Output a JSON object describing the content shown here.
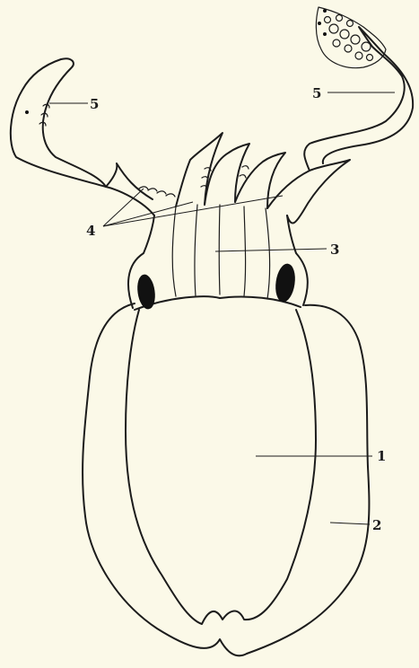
{
  "labels": {
    "mantle_interior": "1",
    "fin": "2",
    "head": "3",
    "arms": "4",
    "tentacle_left": "5",
    "tentacle_right": "5"
  },
  "colors": {
    "paper": "#fbf9e8",
    "ink": "#1c1c1c"
  }
}
